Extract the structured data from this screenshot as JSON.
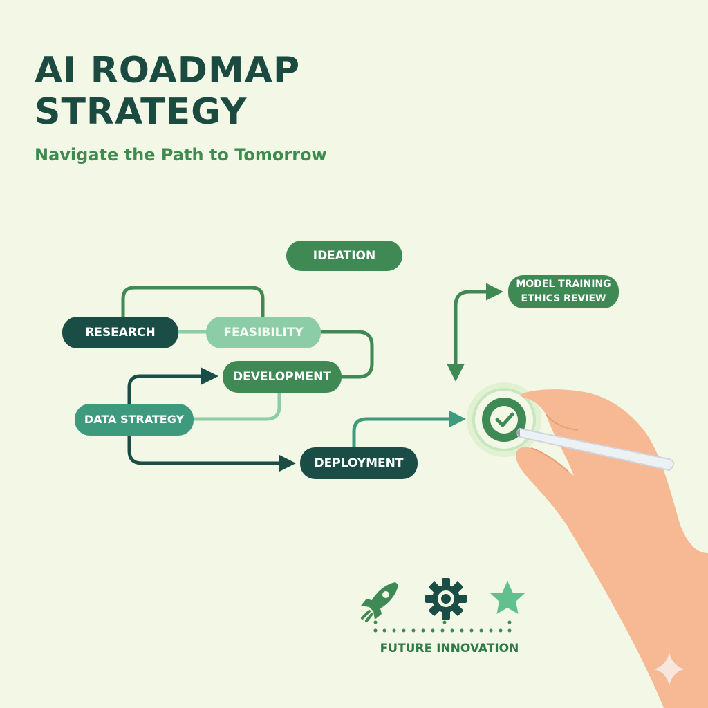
{
  "header": {
    "title_line1": "AI ROADMAP",
    "title_line2": "STRATEGY",
    "subtitle": "Navigate the Path to Tomorrow"
  },
  "nodes": {
    "ideation": "IDEATION",
    "research": "RESEARCH",
    "feasibility": "FEASIBILITY",
    "development": "DEVELOPMENT",
    "data_strategy": "DATA STRATEGY",
    "deployment": "DEPLOYMENT",
    "model_training": "MODEL TRAINING",
    "ethics_review": "ETHICS REVIEW"
  },
  "footer": {
    "caption": "FUTURE INNOVATION",
    "icons": [
      "rocket-icon",
      "gear-icon",
      "star-icon"
    ]
  },
  "colors": {
    "background": "#f2f7e6",
    "title": "#1b4a40",
    "accent_green": "#3f8a4f",
    "dark_node": "#1a4d45",
    "mid_node": "#3f8a54",
    "light_node": "#8ccda8",
    "teal_node": "#3e9a7c",
    "hand": "#f6b993"
  }
}
